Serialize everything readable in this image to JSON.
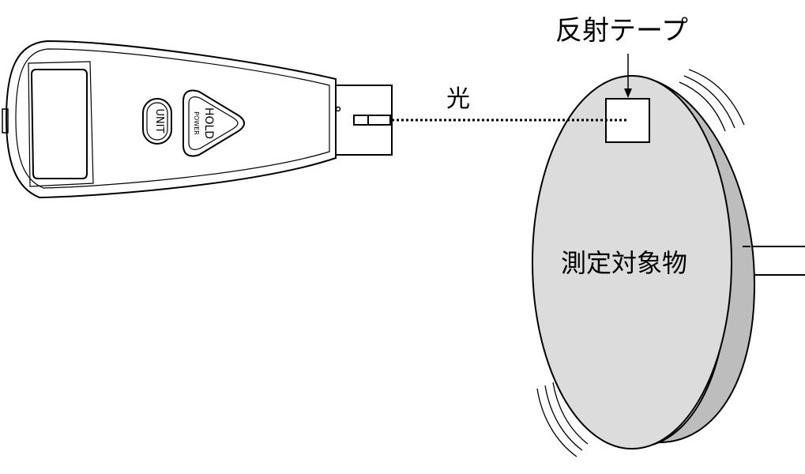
{
  "labels": {
    "reflective_tape": "反射テープ",
    "light": "光",
    "target_object": "測定対象物"
  },
  "device": {
    "unit_button": "UNIT",
    "hold_label": "HOLD",
    "power_label": "POWER"
  },
  "colors": {
    "stroke": "#000000",
    "disc_face": "#dcdcdc",
    "disc_rim": "#bdbdbd",
    "background": "#ffffff"
  }
}
